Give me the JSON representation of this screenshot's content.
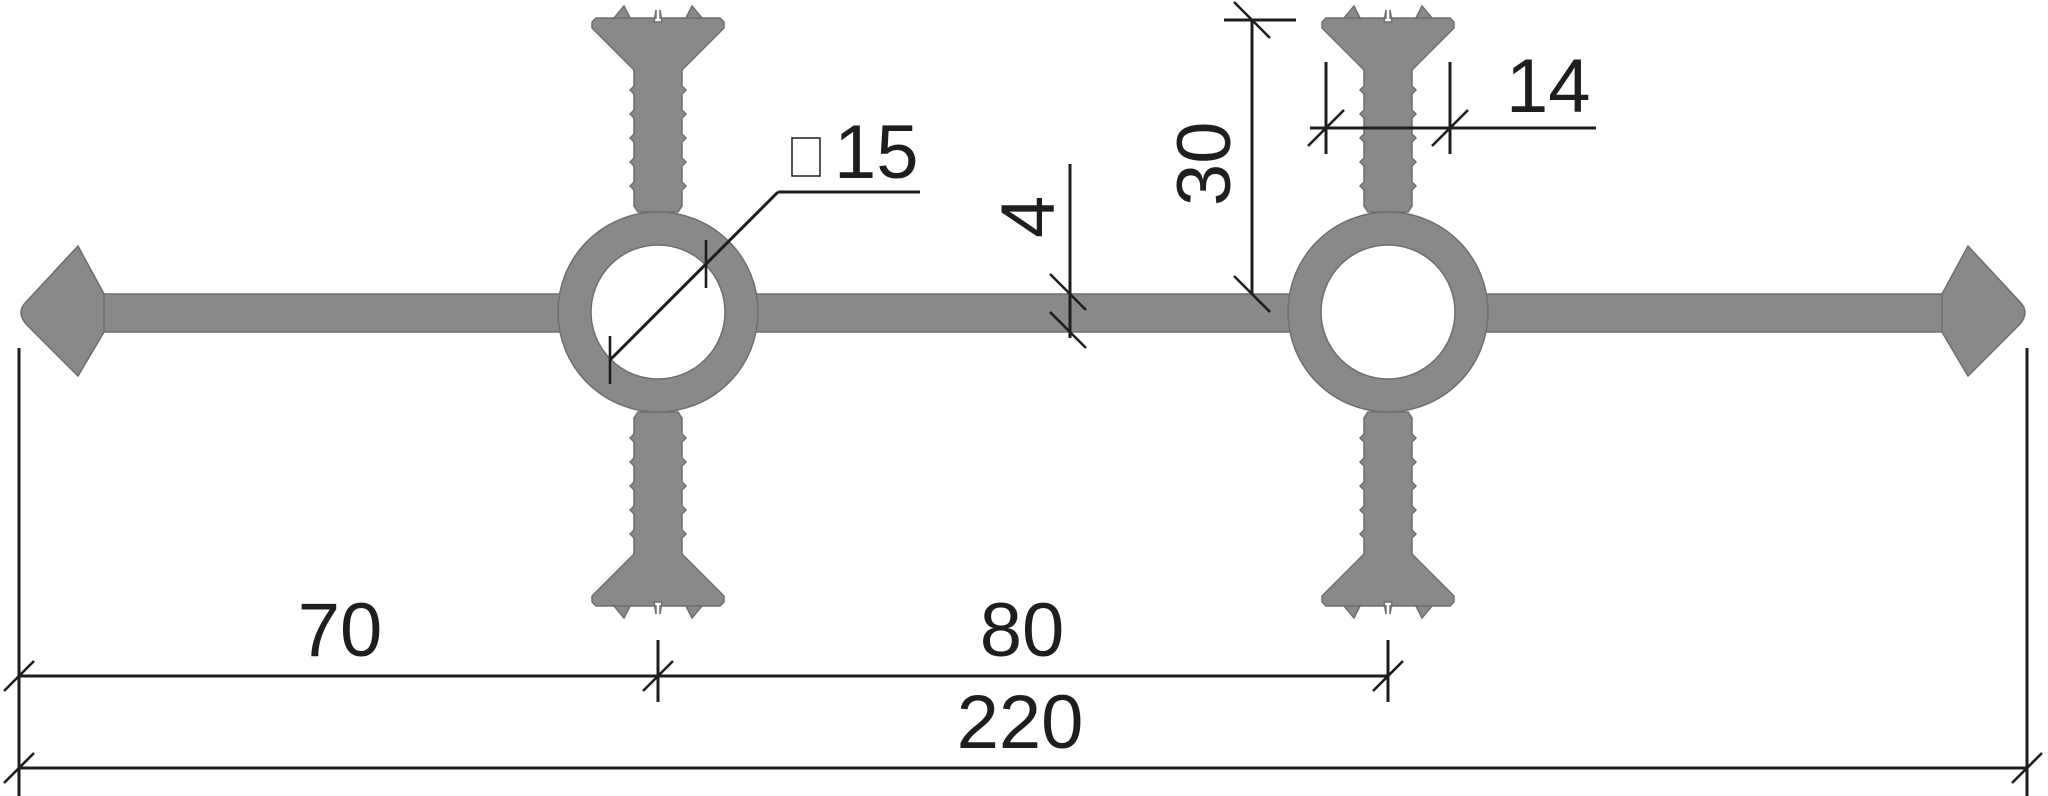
{
  "drawing": {
    "colors": {
      "profile": "#898989",
      "line": "#1e1e1e",
      "background": "#ffffff"
    },
    "dimensions": {
      "overall_width": "220",
      "edge_to_bulb": "70",
      "bulb_spacing": "80",
      "hole_diameter": "15",
      "web_thickness": "4",
      "rib_height": "30",
      "rib_width": "14"
    },
    "diameter_symbol": "diameter-symbol"
  }
}
